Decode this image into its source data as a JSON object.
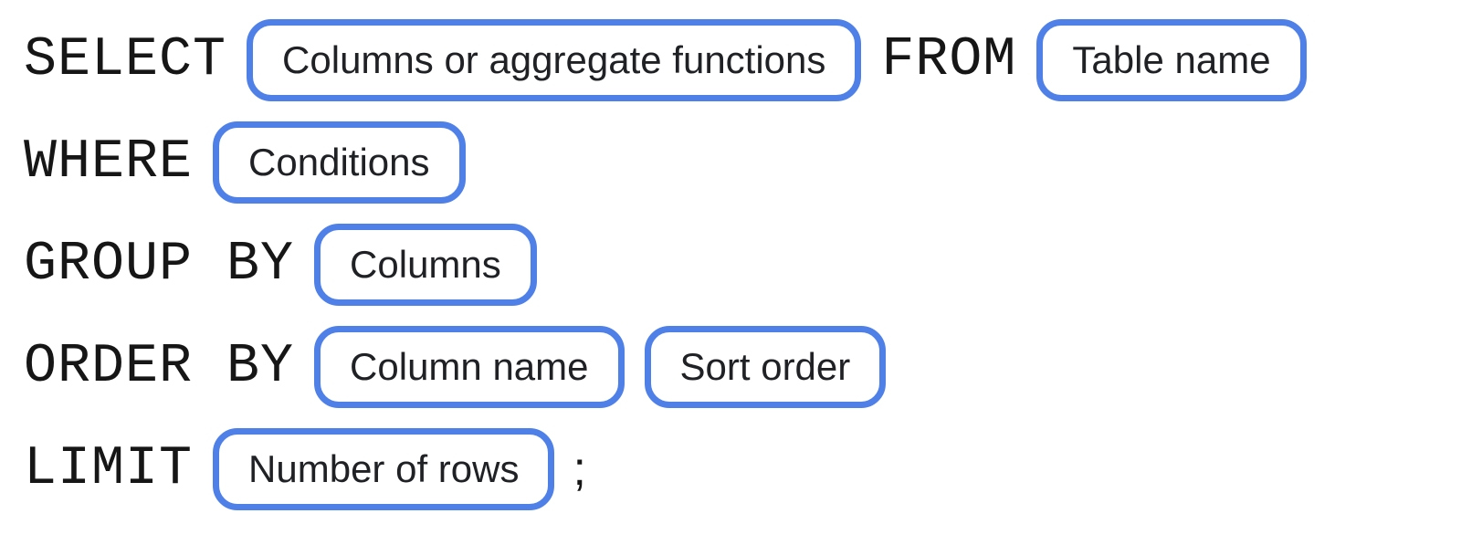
{
  "diagram": {
    "name": "sql-query-syntax-diagram",
    "colors": {
      "accent_blue": "#4e80e8",
      "keyword_text": "#161616",
      "box_text": "#202124",
      "background": "#ffffff"
    },
    "rows": [
      {
        "segments": [
          {
            "kind": "keyword",
            "text": "SELECT"
          },
          {
            "kind": "box",
            "text": "Columns or aggregate functions"
          },
          {
            "kind": "keyword",
            "text": "FROM"
          },
          {
            "kind": "box",
            "text": "Table name"
          }
        ]
      },
      {
        "segments": [
          {
            "kind": "keyword",
            "text": "WHERE"
          },
          {
            "kind": "box",
            "text": "Conditions"
          }
        ]
      },
      {
        "segments": [
          {
            "kind": "keyword",
            "text": "GROUP BY"
          },
          {
            "kind": "box",
            "text": "Columns"
          }
        ]
      },
      {
        "segments": [
          {
            "kind": "keyword",
            "text": "ORDER BY"
          },
          {
            "kind": "box",
            "text": "Column name"
          },
          {
            "kind": "box",
            "text": "Sort order"
          }
        ]
      },
      {
        "segments": [
          {
            "kind": "keyword",
            "text": "LIMIT"
          },
          {
            "kind": "box",
            "text": "Number of rows"
          },
          {
            "kind": "punct",
            "text": ";"
          }
        ]
      }
    ]
  }
}
